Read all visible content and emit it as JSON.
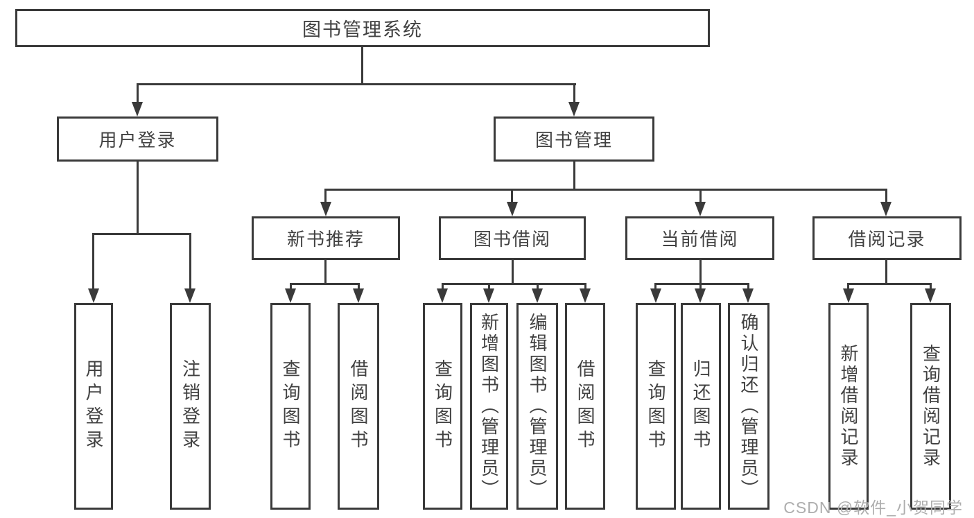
{
  "colors": {
    "background": "#ffffff",
    "line": "#3a3a3a",
    "box_border": "#3a3a3a",
    "text": "#414141",
    "watermark": "#adadad"
  },
  "watermark": {
    "text": "CSDN @软件_小贺同学"
  },
  "tree": {
    "root": {
      "label": "图书管理系统",
      "children": [
        {
          "label": "用户登录",
          "children": [
            {
              "label": "用户登录"
            },
            {
              "label": "注销登录"
            }
          ]
        },
        {
          "label": "图书管理",
          "children": [
            {
              "label": "新书推荐",
              "children": [
                {
                  "label": "查询图书"
                },
                {
                  "label": "借阅图书"
                }
              ]
            },
            {
              "label": "图书借阅",
              "children": [
                {
                  "label": "查询图书"
                },
                {
                  "label": "新增图书（管理员）"
                },
                {
                  "label": "编辑图书（管理员）"
                },
                {
                  "label": "借阅图书"
                }
              ]
            },
            {
              "label": "当前借阅",
              "children": [
                {
                  "label": "查询图书"
                },
                {
                  "label": "归还图书"
                },
                {
                  "label": "确认归还（管理员）"
                }
              ]
            },
            {
              "label": "借阅记录",
              "children": [
                {
                  "label": "新增借阅记录"
                },
                {
                  "label": "查询借阅记录"
                }
              ]
            }
          ]
        }
      ]
    }
  }
}
